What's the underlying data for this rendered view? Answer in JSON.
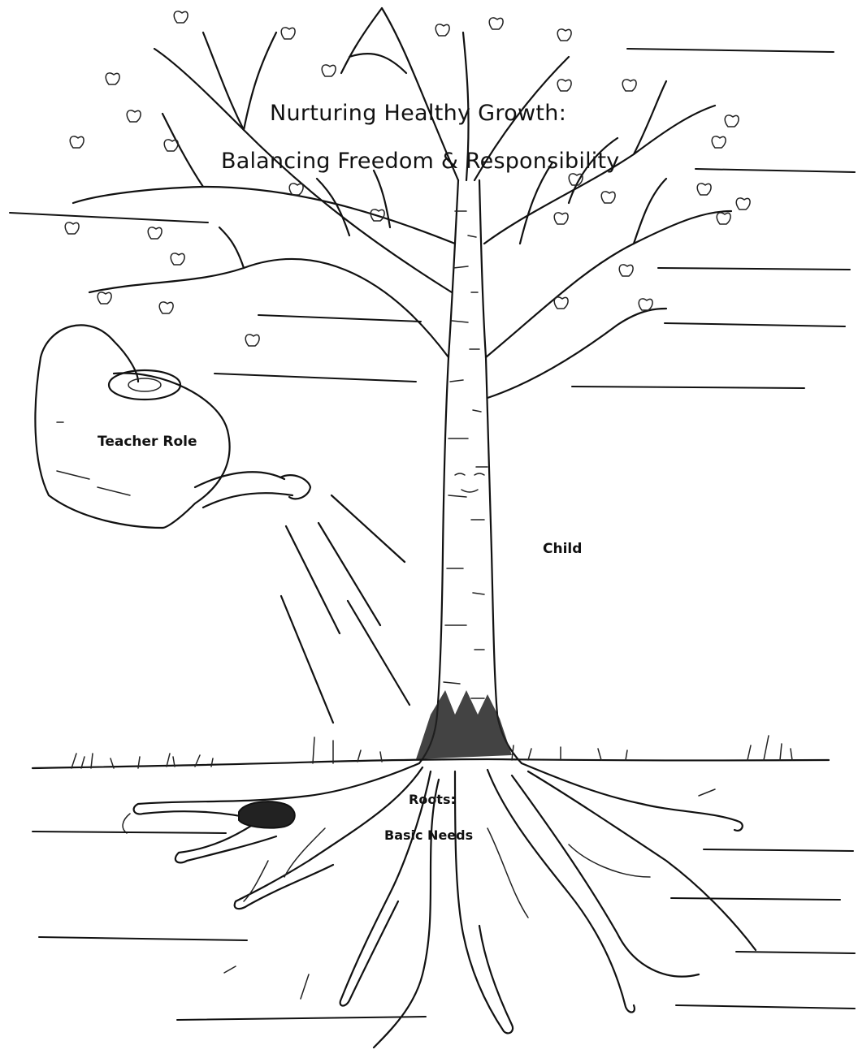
{
  "diagram": {
    "title_line1": "Nurturing Healthy Growth:",
    "title_line2": "Balancing Freedom & Responsibility",
    "teacher_label": "Teacher Role",
    "child_label": "Child",
    "roots_label": "Roots:",
    "needs_label": "Basic Needs"
  },
  "colors": {
    "ink": "#111111",
    "paper": "#ffffff"
  },
  "icons": [
    "tree-drawing",
    "watering-can-icon",
    "water-stream",
    "leaf-icon",
    "rock-icon"
  ]
}
